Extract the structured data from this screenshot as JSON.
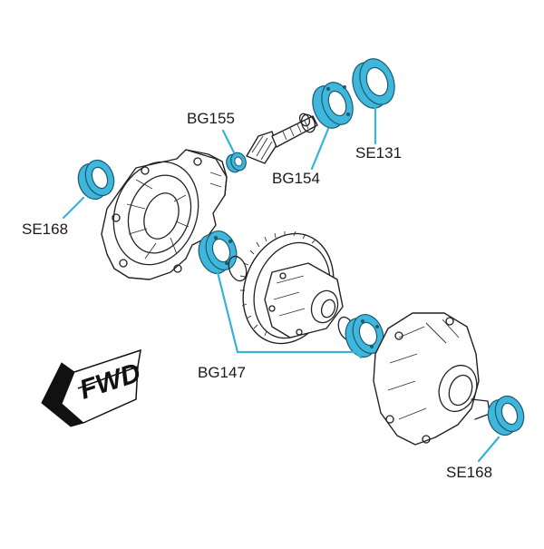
{
  "diagram": {
    "accent_color": "#36b3d9",
    "part_fill_color": "#3fb6dc",
    "parts": [
      {
        "id": "se168_left",
        "label": "SE168",
        "kind": "seal"
      },
      {
        "id": "bg155",
        "label": "BG155",
        "kind": "bearing"
      },
      {
        "id": "bg154",
        "label": "BG154",
        "kind": "bearing"
      },
      {
        "id": "se131",
        "label": "SE131",
        "kind": "seal"
      },
      {
        "id": "bg147",
        "label": "BG147",
        "kind": "bearing"
      },
      {
        "id": "se168_right",
        "label": "SE168",
        "kind": "seal"
      }
    ],
    "direction_badge": {
      "text": "FWD",
      "icon": "forward-arrow-icon"
    }
  }
}
